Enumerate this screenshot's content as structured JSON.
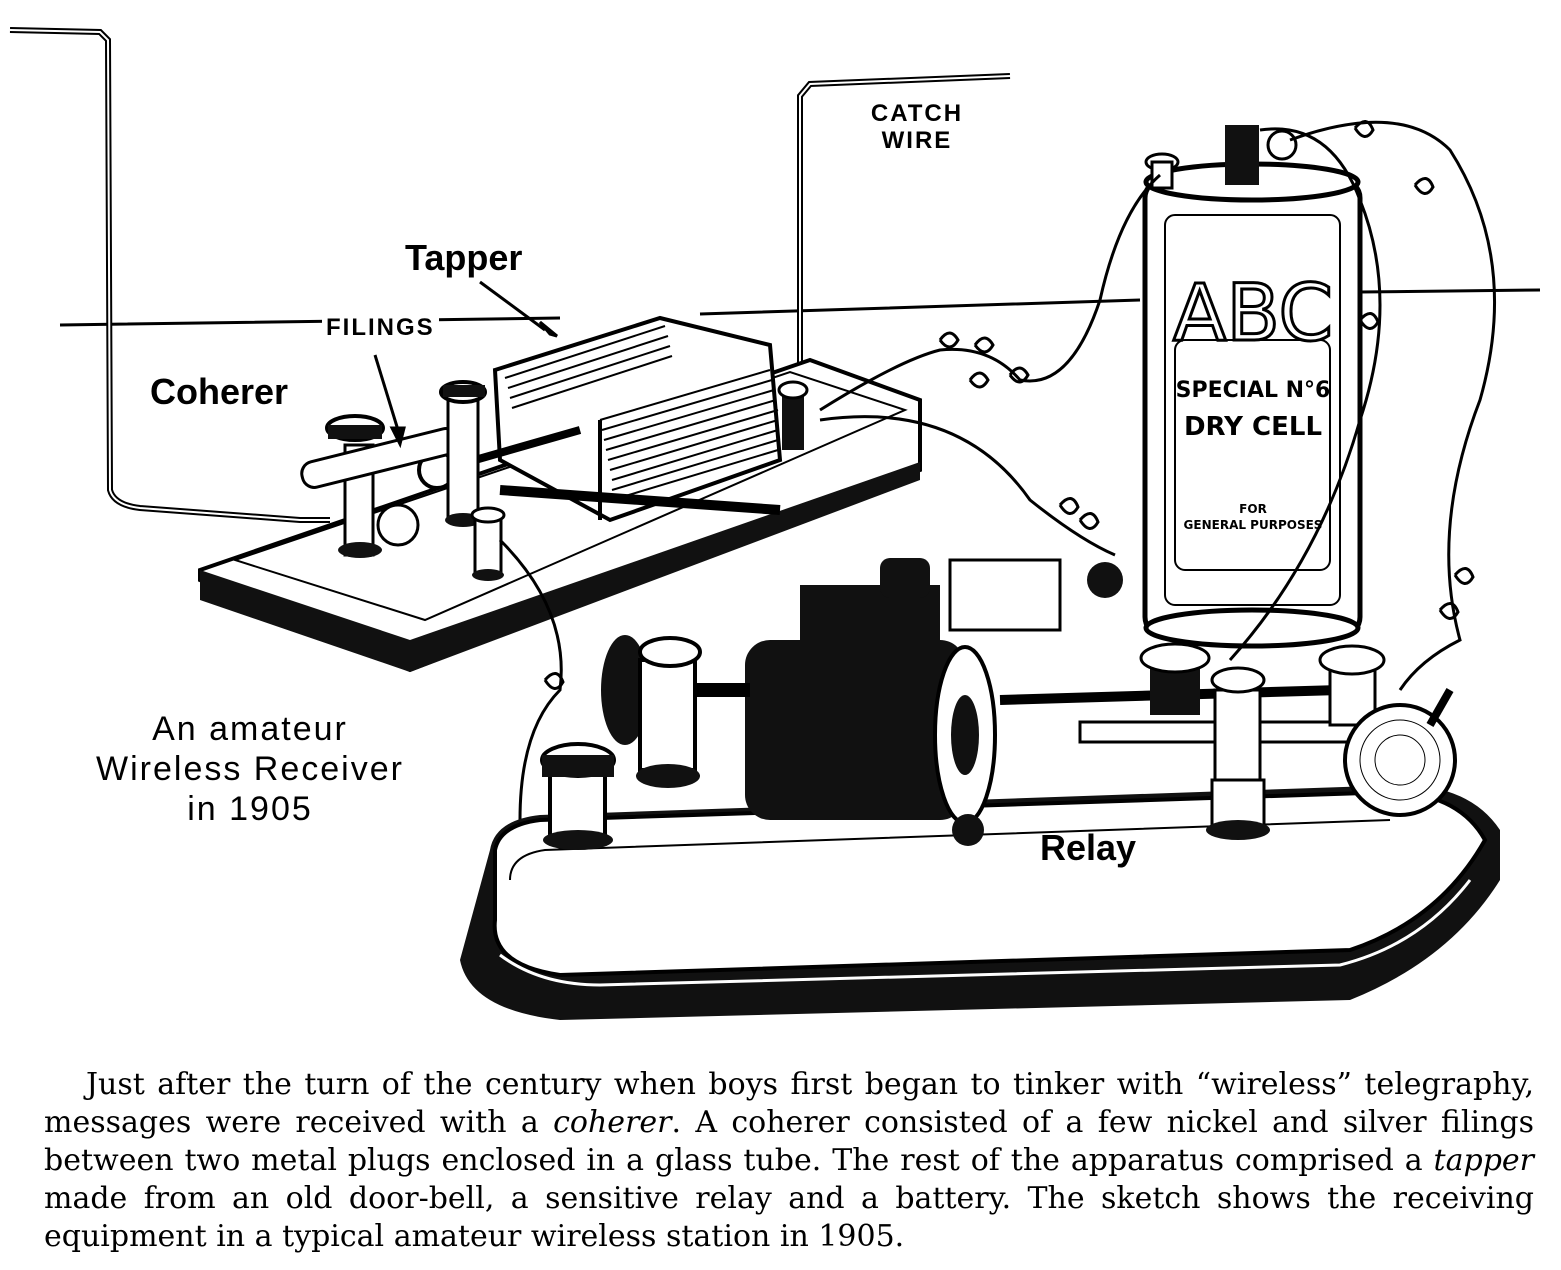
{
  "labels": {
    "catch_wire": [
      "CATCH",
      "WIRE"
    ],
    "tapper": "Tapper",
    "filings": "FILINGS",
    "coherer": "Coherer",
    "relay": "Relay",
    "receiver_title": [
      "An amateur",
      "Wireless Receiver",
      "in 1905"
    ]
  },
  "battery": {
    "brand": "ABC",
    "line1": "SPECIAL N°6",
    "line2": "DRY CELL",
    "line3": "FOR",
    "line4": "GENERAL PURPOSES"
  },
  "caption": {
    "part1": "Just after the turn of the century when boys first began to tinker with “wireless” telegraphy, messages were received with a ",
    "coherer_word": "coherer",
    "part2": ". A coherer consisted of a few nickel and silver filings between two metal plugs enclosed in a glass tube. The rest of the apparatus comprised a ",
    "tapper_word": "tapper",
    "part3": " made from an old door-bell, a sensitive relay and a battery. The sketch shows the receiving equipment in a typical amateur wireless station in 1905."
  }
}
